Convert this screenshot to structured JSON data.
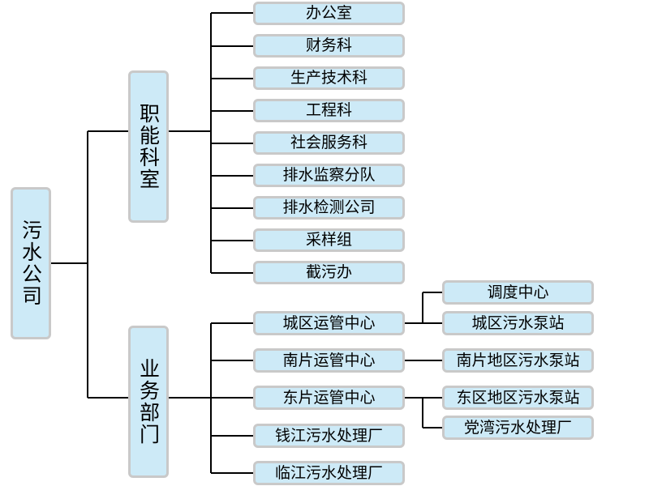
{
  "root": {
    "label": "污水公司"
  },
  "branches": [
    {
      "label": "职能科室",
      "children": [
        {
          "label": "办公室"
        },
        {
          "label": "财务科"
        },
        {
          "label": "生产技术科"
        },
        {
          "label": "工程科"
        },
        {
          "label": "社会服务科"
        },
        {
          "label": "排水监察分队"
        },
        {
          "label": "排水检测公司"
        },
        {
          "label": "采样组"
        },
        {
          "label": "截污办"
        }
      ]
    },
    {
      "label": "业务部门",
      "children": [
        {
          "label": "城区运管中心",
          "children": [
            {
              "label": "调度中心"
            },
            {
              "label": "城区污水泵站"
            }
          ]
        },
        {
          "label": "南片运管中心",
          "children": [
            {
              "label": "南片地区污水泵站"
            }
          ]
        },
        {
          "label": "东片运管中心",
          "children": [
            {
              "label": "东区地区污水泵站"
            },
            {
              "label": "党湾污水处理厂"
            }
          ]
        },
        {
          "label": "钱江污水处理厂"
        },
        {
          "label": "临江污水处理厂"
        }
      ]
    }
  ],
  "colors": {
    "node_fill": "#cdeaf7",
    "node_border": "#c9c9c9",
    "connector": "#000000"
  }
}
